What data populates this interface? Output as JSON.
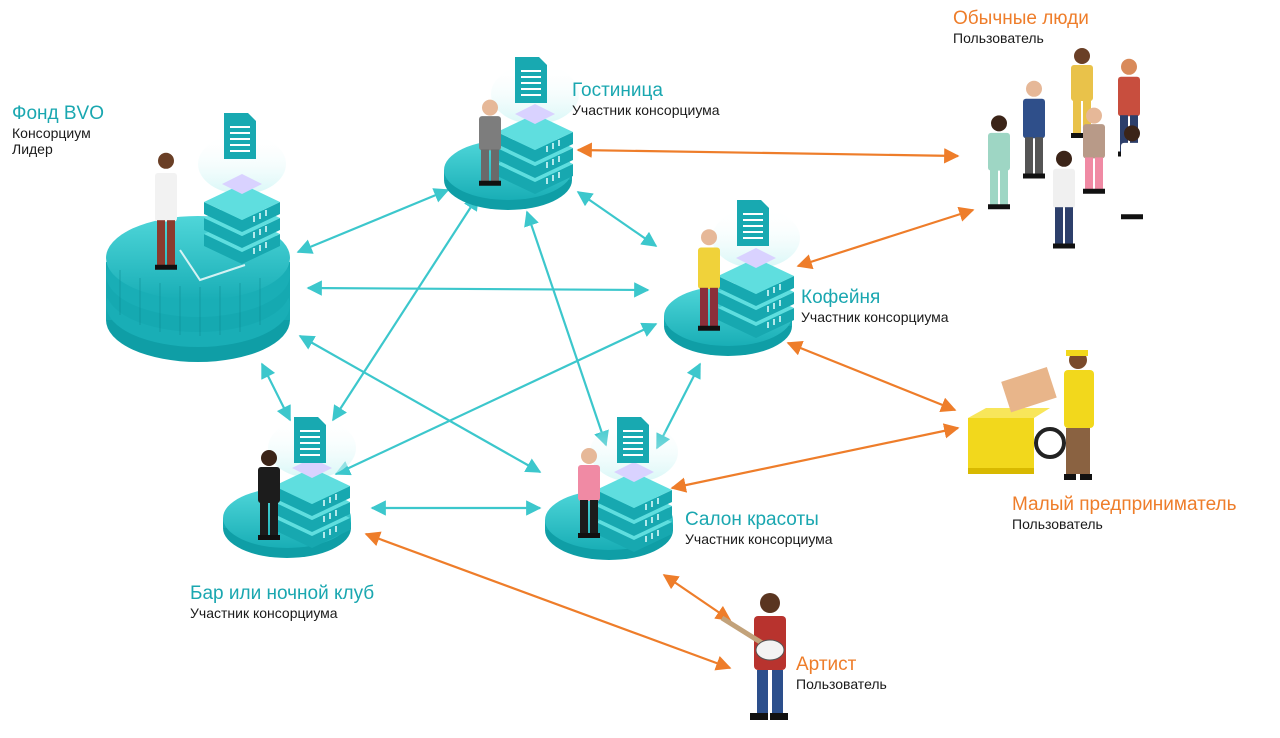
{
  "colors": {
    "teal": "#2bc3c8",
    "teal_dark": "#0f9ea6",
    "orange": "#ee7d2a",
    "arrow_teal": "#3cc7cc",
    "arrow_orange": "#ee7d2a"
  },
  "nodes": {
    "fund": {
      "title": "Фонд BVO",
      "lines": [
        "Консорциум",
        "Лидер"
      ]
    },
    "hotel": {
      "title": "Гостиница",
      "lines": [
        "Участник консорциума"
      ]
    },
    "cafe": {
      "title": "Кофейня",
      "lines": [
        "Участник консорциума"
      ]
    },
    "bar": {
      "title": "Бар или ночной клуб",
      "lines": [
        "Участник консорциума"
      ]
    },
    "salon": {
      "title": "Салон красоты",
      "lines": [
        "Участник консорциума"
      ]
    }
  },
  "users": {
    "people": {
      "title": "Обычные люди",
      "lines": [
        "Пользователь"
      ]
    },
    "small": {
      "title": "Малый предприниматель",
      "lines": [
        "Пользователь"
      ]
    },
    "artist": {
      "title": "Артист",
      "lines": [
        "Пользователь"
      ]
    }
  },
  "edges_consortium": [
    [
      "fund",
      "hotel"
    ],
    [
      "fund",
      "cafe"
    ],
    [
      "fund",
      "salon"
    ],
    [
      "hotel",
      "cafe"
    ],
    [
      "hotel",
      "bar"
    ],
    [
      "hotel",
      "salon"
    ],
    [
      "cafe",
      "bar"
    ],
    [
      "cafe",
      "salon"
    ],
    [
      "bar",
      "salon"
    ]
  ],
  "edges_users": [
    [
      "hotel",
      "people"
    ],
    [
      "cafe",
      "people"
    ],
    [
      "cafe",
      "small"
    ],
    [
      "salon",
      "small"
    ],
    [
      "salon",
      "artist"
    ],
    [
      "bar",
      "artist"
    ]
  ]
}
